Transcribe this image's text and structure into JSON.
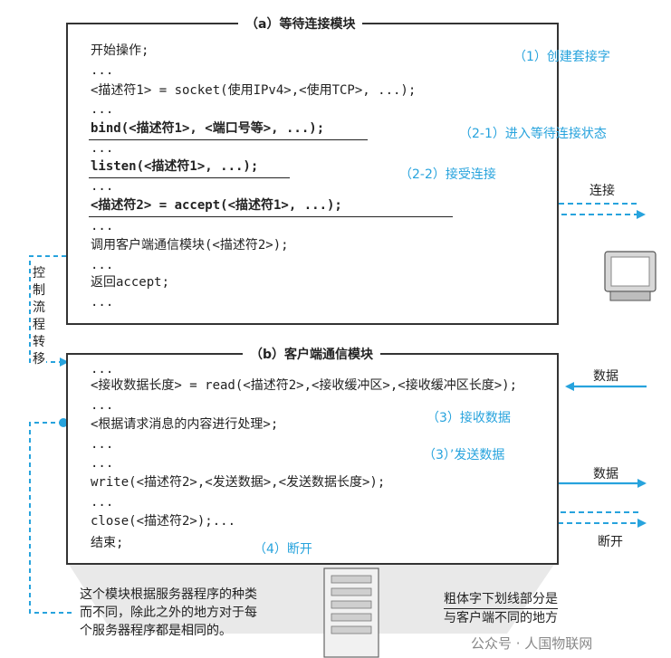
{
  "box_a": {
    "title": "（a）等待连接模块",
    "lines": [
      "开始操作;",
      "...",
      "<描述符1> = socket(使用IPv4>,<使用TCP>, ...);",
      "...",
      "bind(<描述符1>, <端口号等>, ...);",
      "...",
      "listen(<描述符1>, ...);",
      "...",
      "<描述符2> = accept(<描述符1>, ...);",
      "...",
      "调用客户端通信模块(<描述符2>);",
      "...",
      "返回accept;",
      "..."
    ]
  },
  "box_b": {
    "title": "（b）客户端通信模块",
    "lines": [
      "...",
      "<接收数据长度> = read(<描述符2>,<接收缓冲区>,<接收缓冲区长度>);",
      "...",
      "<根据请求消息的内容进行处理>;",
      "...",
      "...",
      "write(<描述符2>,<发送数据>,<发送数据长度>);",
      "...",
      "close(<描述符2>);...",
      "结束;"
    ]
  },
  "annotations": {
    "a1": "（1）创建套接字",
    "a21": "（2-1）进入等待连接状态",
    "a22": "（2-2）接受连接",
    "a3": "（3）接收数据",
    "a3p": "（3）’发送数据",
    "a4": "（4）断开"
  },
  "side_labels": {
    "connect": "连接",
    "data_in": "数据",
    "data_out": "数据",
    "disconnect": "断开"
  },
  "control_transfer": [
    "控",
    "制",
    "流",
    "程",
    "转",
    "移"
  ],
  "bottom_note": [
    "这个模块根据服务器程序的种类",
    "而不同，除此之外的地方对于每",
    "个服务器程序都是相同的。"
  ],
  "legend_note": [
    "粗体字下划线部分是",
    "与客户端不同的地方"
  ],
  "watermark": "公众号 · 人国物联网",
  "colors": {
    "accent": "#27a3dd",
    "line": "#333333"
  }
}
